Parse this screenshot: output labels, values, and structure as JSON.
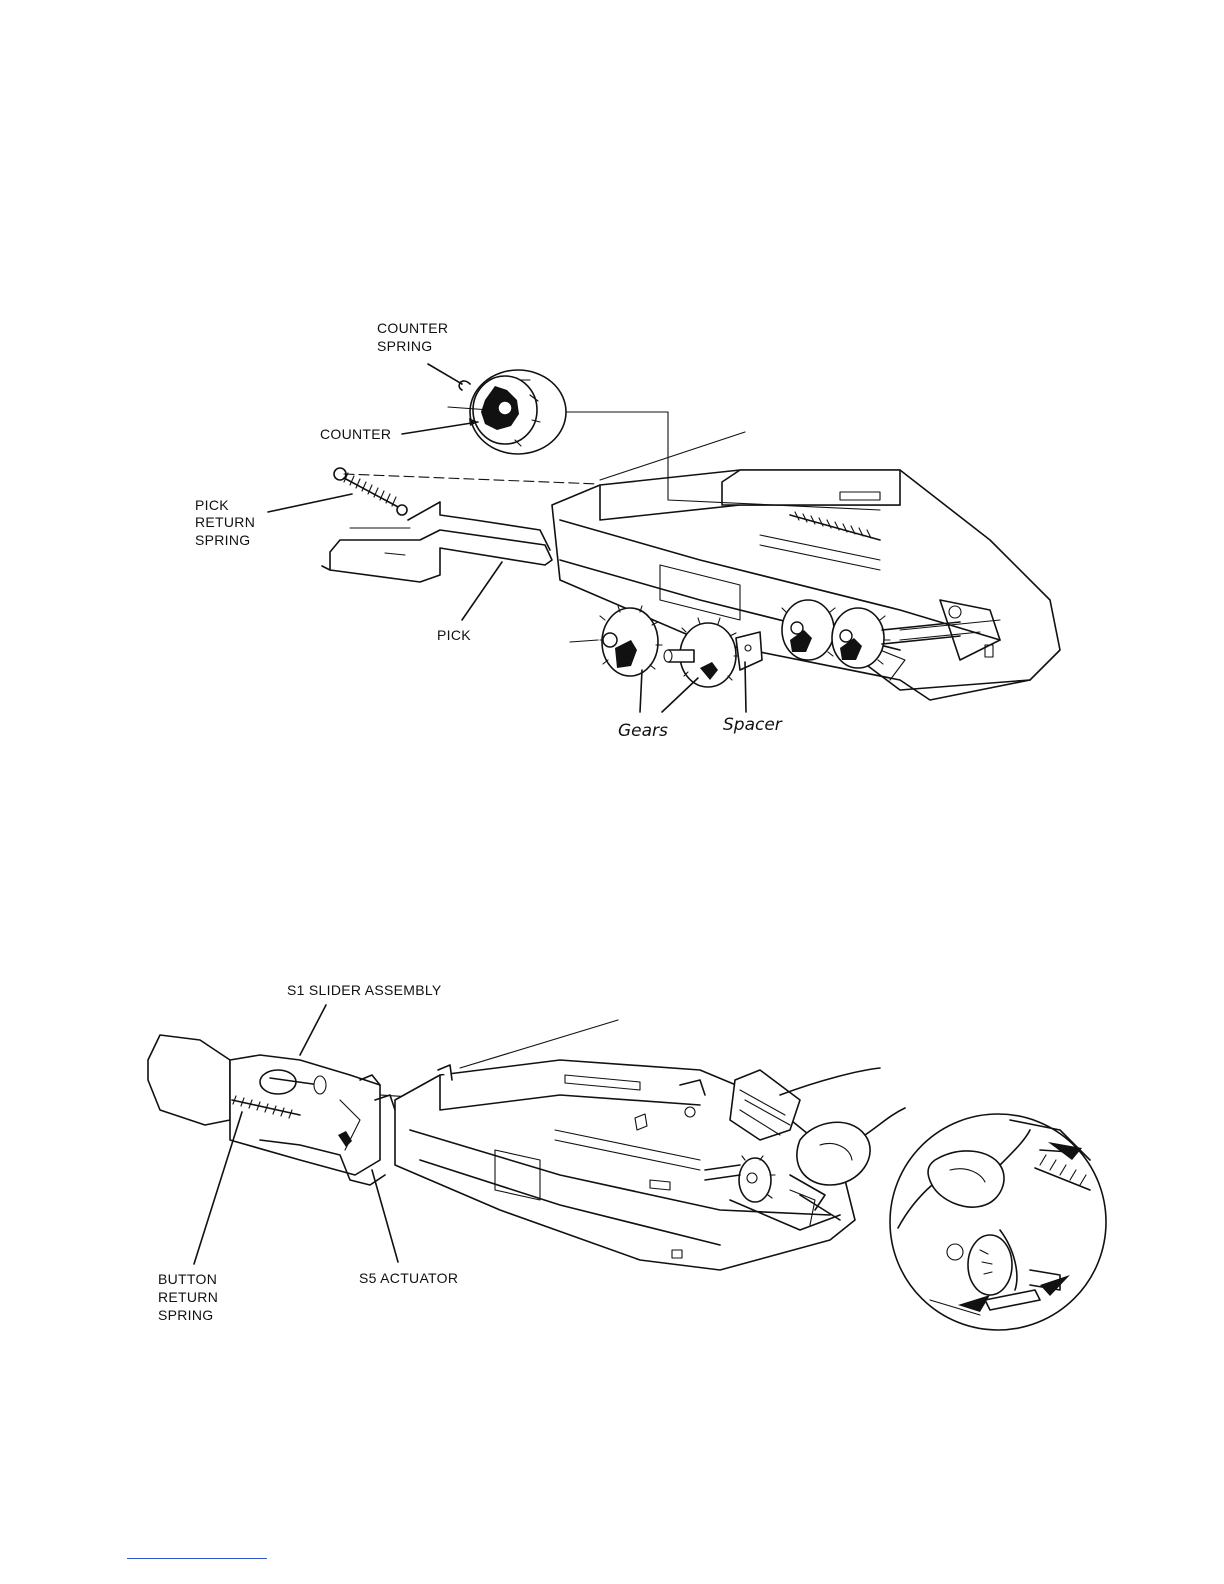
{
  "figure_top": {
    "labels": {
      "counter_spring": [
        "COUNTER",
        "SPRING"
      ],
      "counter": "COUNTER",
      "pick_return_spring": [
        "PICK",
        "RETURN",
        "SPRING"
      ],
      "pick": "PICK",
      "gears": "Gears",
      "spacer": "Spacer"
    }
  },
  "figure_bottom": {
    "labels": {
      "s1_slider_assembly": "S1 SLIDER ASSEMBLY",
      "button_return_spring": [
        "BUTTON",
        "RETURN",
        "SPRING"
      ],
      "s5_actuator": "S5 ACTUATOR"
    }
  },
  "colors": {
    "ink": "#111111",
    "footer_rule": "#3355cc"
  }
}
